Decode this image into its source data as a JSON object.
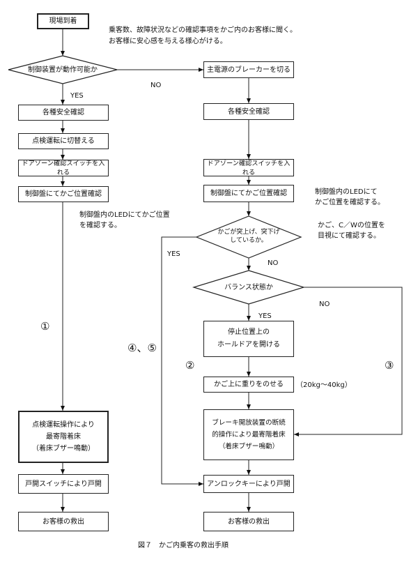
{
  "nodes": {
    "start": "現場到着",
    "q_operable": "制御装置が動作可能か",
    "l_safety": "各種安全確認",
    "l_inspect": "点検運転に切替える",
    "l_door": "ドアゾーン確認スイッチを入れる",
    "l_pos": "制御盤にてかご位置確認",
    "l_move": "点検運転操作により\n最寄階着床\n（着床ブザー鳴動）",
    "l_open": "戸開スイッチにより戸開",
    "l_rescue": "お客様の救出",
    "r_breaker": "主電源のブレーカーを切る",
    "r_safety": "各種安全確認",
    "r_door": "ドアゾーン確認スイッチを入れる",
    "r_pos": "制御盤にてかご位置確認",
    "q_stuck": "かごが突上げ、突下げ\nしているか。",
    "q_balance": "バランス状態か",
    "r_hall": "停止位置上の\nホールドアを開ける",
    "r_weight": "かご上に重りをのせる",
    "r_brake": "ブレーキ開放装置の断続\n的操作により最寄階着床\n（着床ブザー鳴動）",
    "r_unlock": "アンロックキーにより戸開",
    "r_rescue": "お客様の救出"
  },
  "notes": {
    "top": "乗客数、故障状況などの確認事項をかご内のお客様に聞く。\nお客様に安心感を与える様心がける。",
    "left_led": "制御盤内のLEDにてかご位置\nを確認する。",
    "right_led": "制御盤内のLEDにて\nかご位置を確認する。",
    "cw": "かご、C／Wの位置を\n目視にて確認する。",
    "weight_range": "（20kg～40kg）",
    "caption": "図７　かご内乗客の救出手順"
  },
  "labels": {
    "yes1": "YES",
    "no1": "NO",
    "yes_stuck": "YES",
    "no_stuck": "NO",
    "yes_bal": "YES",
    "no_bal": "NO",
    "route1": "①",
    "route2": "②",
    "route3": "③",
    "route45": "④、⑤"
  }
}
